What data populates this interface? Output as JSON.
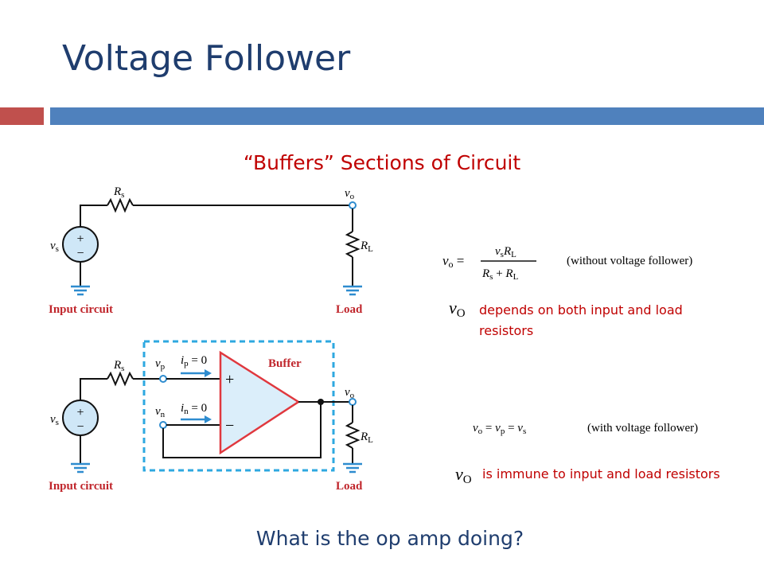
{
  "slide": {
    "title": "Voltage Follower",
    "subtitle": "“Buffers” Sections of Circuit",
    "question": "What is the op amp doing?"
  },
  "circuit_top": {
    "rs_label": "R",
    "rs_sub": "s",
    "vo_label": "v",
    "vo_sub": "o",
    "rl_label": "R",
    "rl_sub": "L",
    "vs_label": "v",
    "vs_sub": "s",
    "plus": "+",
    "minus": "−",
    "input_caption": "Input circuit",
    "load_caption": "Load"
  },
  "circuit_bottom": {
    "rs_label": "R",
    "rs_sub": "s",
    "vp_label": "v",
    "vp_sub": "p",
    "vn_label": "v",
    "vn_sub": "n",
    "ip_label": "i",
    "ip_sub": "p",
    "ip_eq": " = 0",
    "in_label": "i",
    "in_sub": "n",
    "in_eq": " = 0",
    "buffer_label": "Buffer",
    "opamp_plus": "+",
    "opamp_minus": "−",
    "vo_label": "v",
    "vo_sub": "o",
    "rl_label": "R",
    "rl_sub": "L",
    "vs_label": "v",
    "vs_sub": "s",
    "plus": "+",
    "minus": "−",
    "input_caption": "Input circuit",
    "load_caption": "Load"
  },
  "equations": {
    "eq1_lhs": "v",
    "eq1_lhs_sub": "o",
    "eq1_eq": " = ",
    "eq1_num": "v",
    "eq1_num_sub": "s",
    "eq1_num2": "R",
    "eq1_num2_sub": "L",
    "eq1_den": "R",
    "eq1_den_sub": "s",
    "eq1_den_plus": " + ",
    "eq1_den2": "R",
    "eq1_den2_sub": "L",
    "eq1_note": "(without voltage follower)",
    "eq2_text": "v",
    "eq2_sub1": "o",
    "eq2_eq1": " = ",
    "eq2_v2": "v",
    "eq2_sub2": "p",
    "eq2_eq2": " = ",
    "eq2_v3": "v",
    "eq2_sub3": "s",
    "eq2_note": "(with voltage follower)"
  },
  "notes": {
    "vo_symbol": "v",
    "vo_sub": "O",
    "note1": "depends on both input and load resistors",
    "note2": "is immune to input and load resistors"
  },
  "colors": {
    "title": "#1f3d6e",
    "accent_red": "#c00000",
    "bar_red": "#c0504d",
    "bar_blue": "#4f81bd",
    "wire": "#111111",
    "terminal": "#2e8ccf",
    "ground": "#2e8ccf",
    "source_fill": "#cfe7f7",
    "opamp_fill": "#dbeefa",
    "opamp_stroke": "#e0383e",
    "buffer_box": "#2ea8e0",
    "caption_red": "#c0262c"
  }
}
